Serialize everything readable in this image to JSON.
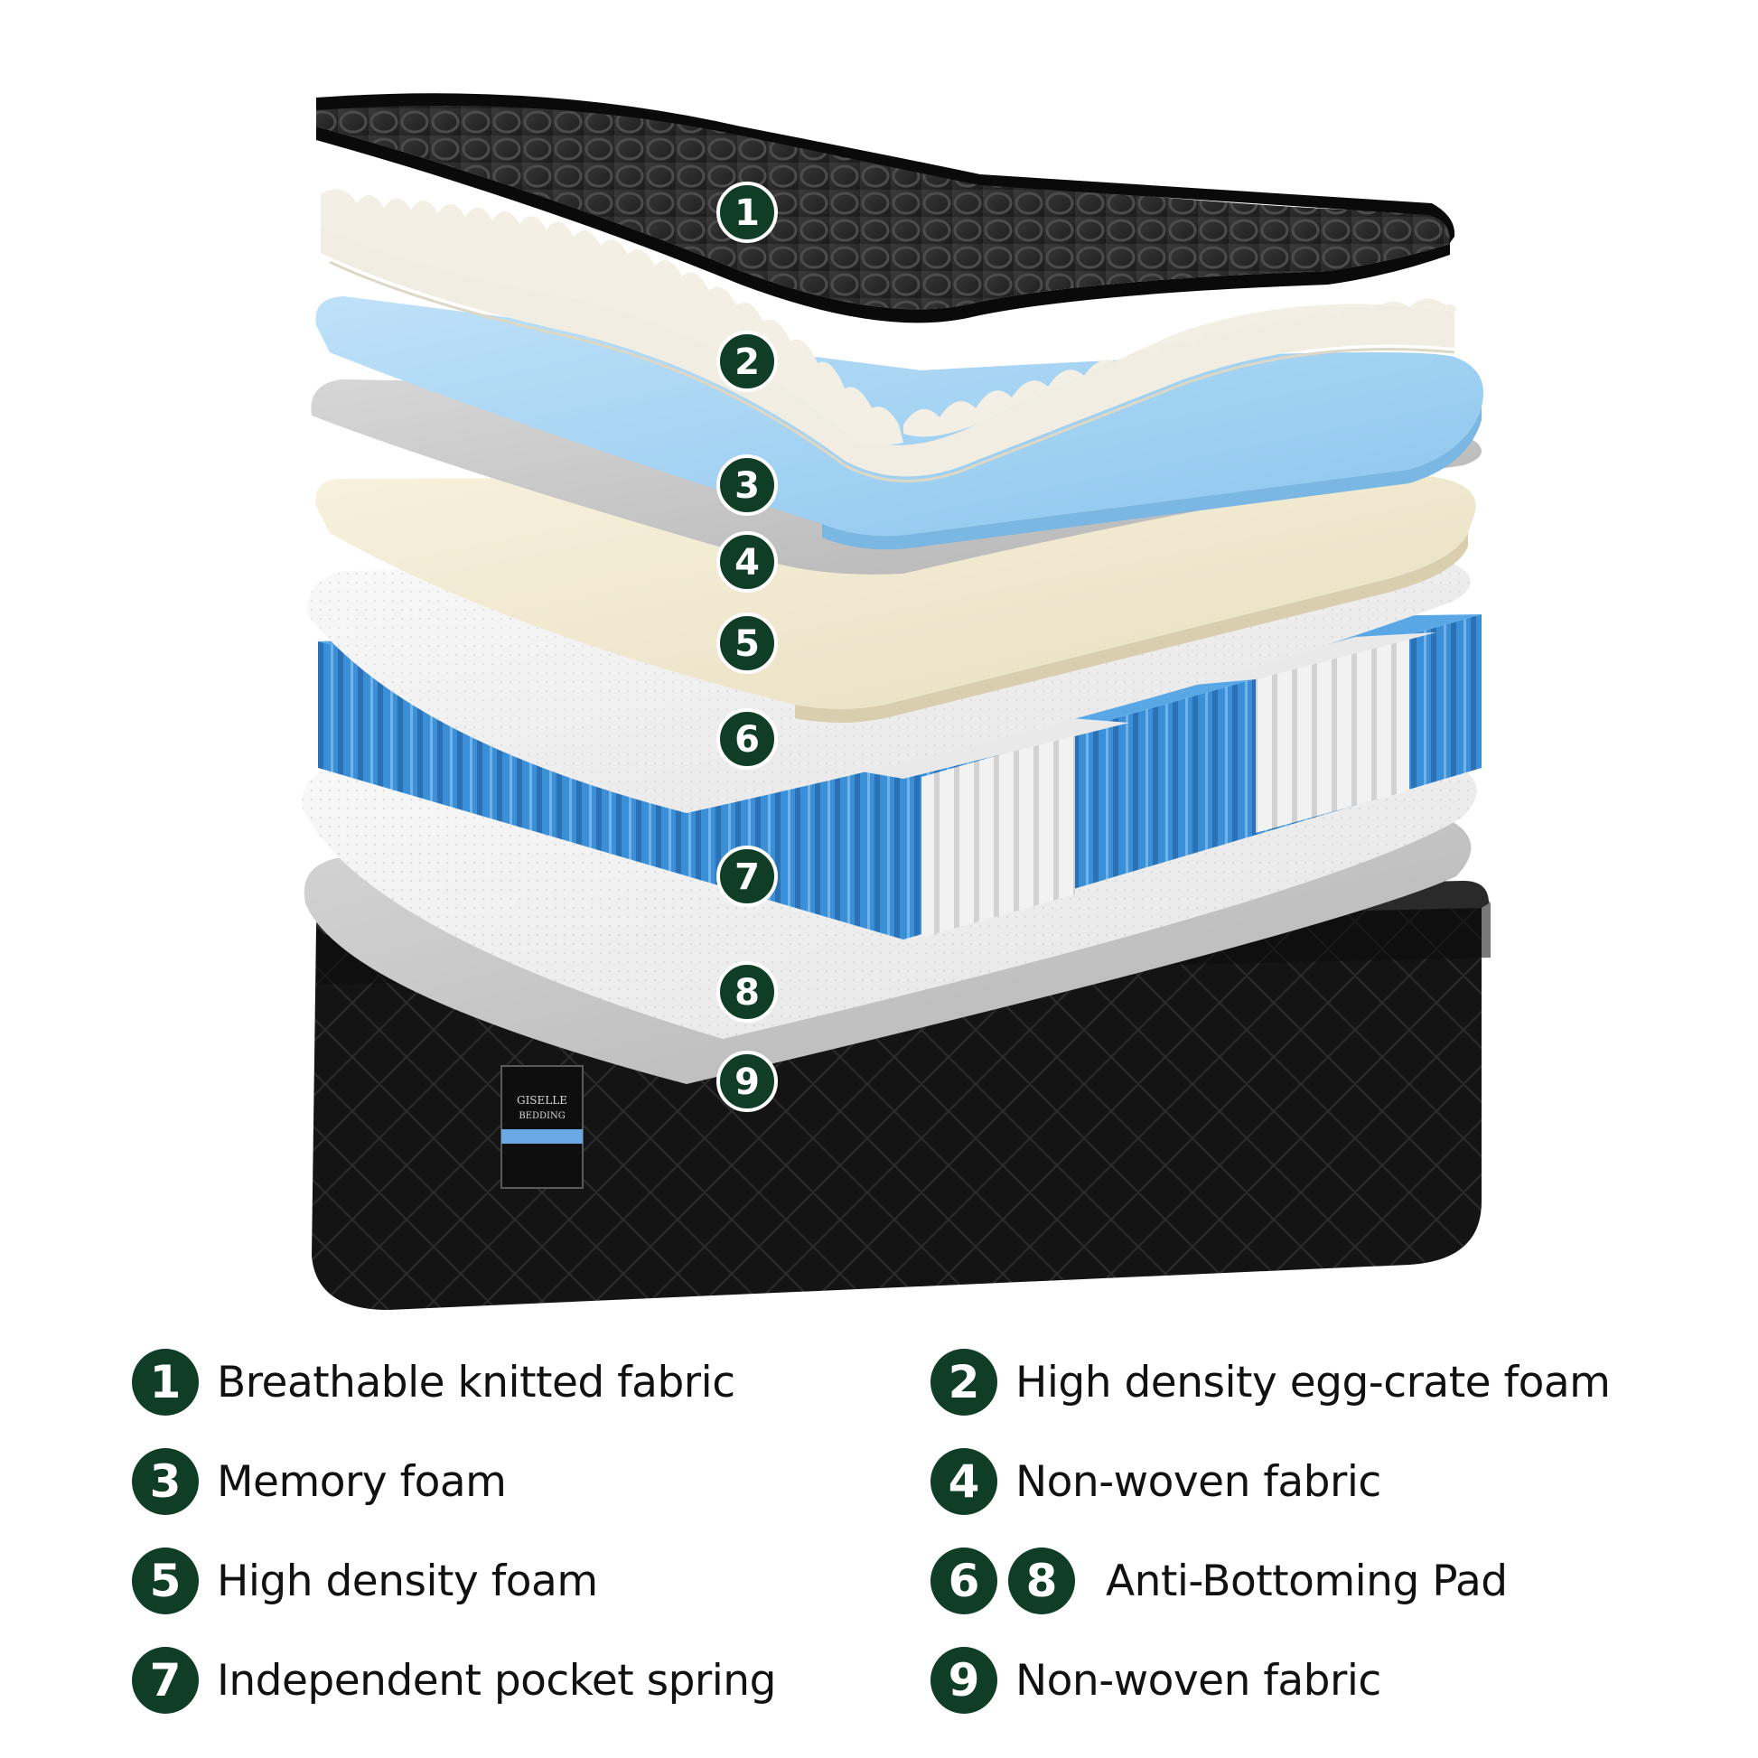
{
  "colors": {
    "badge": "#0f3d26",
    "knit_fabric": "#2a2a2a",
    "egg_crate": "#ece8dc",
    "memory_foam": "#a9d4f2",
    "non_woven": "#c9c9c9",
    "high_density_foam": "#f1ead3",
    "spring_blue": "#3a8fd6",
    "spring_white": "#f2f2f2",
    "base": "#111111"
  },
  "diagram_badges": [
    "1",
    "2",
    "3",
    "4",
    "5",
    "6",
    "7",
    "8",
    "9"
  ],
  "base_label": {
    "brand_line1": "GISELLE",
    "brand_line2": "BEDDING"
  },
  "legend": [
    {
      "numbers": [
        "1"
      ],
      "text": "Breathable knitted fabric"
    },
    {
      "numbers": [
        "2"
      ],
      "text": "High density egg-crate foam"
    },
    {
      "numbers": [
        "3"
      ],
      "text": "Memory foam"
    },
    {
      "numbers": [
        "4"
      ],
      "text": "Non-woven fabric"
    },
    {
      "numbers": [
        "5"
      ],
      "text": "High density foam"
    },
    {
      "numbers": [
        "6",
        "8"
      ],
      "text": "Anti-Bottoming Pad"
    },
    {
      "numbers": [
        "7"
      ],
      "text": "Independent pocket spring"
    },
    {
      "numbers": [
        "9"
      ],
      "text": "Non-woven fabric"
    }
  ]
}
